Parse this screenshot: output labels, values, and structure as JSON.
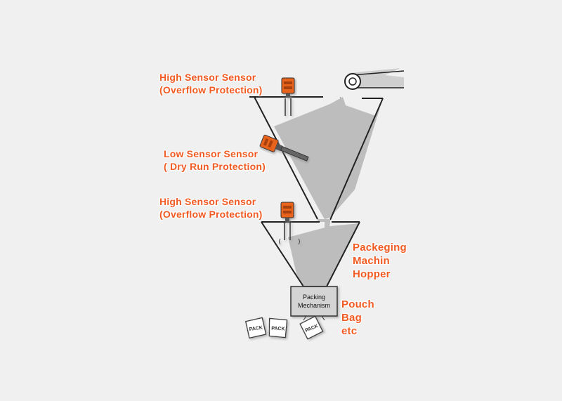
{
  "labels": {
    "high_sensor_top": {
      "line1": "High Sensor Sensor",
      "line2": "(Overflow Protection)"
    },
    "low_sensor": {
      "line1": "Low Sensor Sensor",
      "line2": "( Dry Run Protection)"
    },
    "high_sensor_bottom": {
      "line1": "High Sensor Sensor",
      "line2": "(Overflow Protection)"
    },
    "hopper": {
      "line1": "Packeging",
      "line2": "Machin",
      "line3": "Hopper"
    },
    "output": {
      "line1": "Pouch",
      "line2": "Bag",
      "line3": "etc"
    }
  },
  "packing_box": {
    "line1": "Packing",
    "line2": "Mechanism"
  },
  "pack_label": "PACK",
  "colors": {
    "label": "#f15a22",
    "sensor": "#e8641c",
    "material": "#bdbdbd",
    "outline": "#222222",
    "background": "#f0f0f0"
  }
}
